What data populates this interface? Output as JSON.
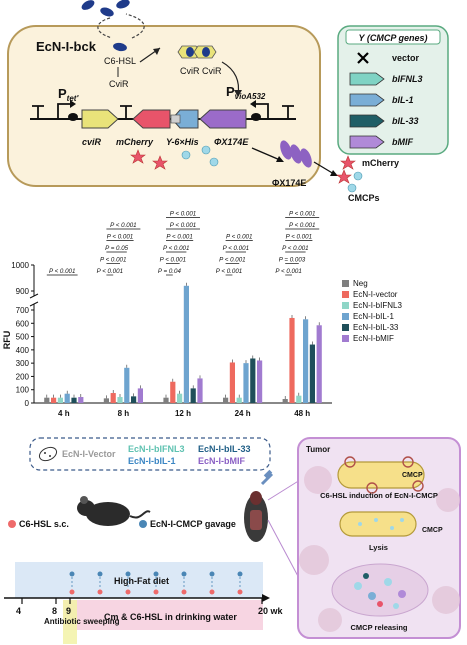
{
  "panelA": {
    "strain_title": "EcN-I-bck",
    "c6hsl": "C6-HSL",
    "cvir": "CviR",
    "cvir_pair": "CviR CviR",
    "ptet_main": "P",
    "ptet_sub": "tet'",
    "pvio_main": "P",
    "pvio_sub": "vioA532",
    "genes": [
      "cviR",
      "mCherry",
      "Y-6×His",
      "ΦX174E"
    ],
    "phage_label": "ΦX174E",
    "mcherry_label": "mCherry",
    "cmcps_label": "CMCPs",
    "ybox": {
      "title": "Y (CMCP genes)",
      "items": [
        "vector",
        "bIFNL3",
        "bIL-1",
        "bIL-33",
        "bMIF"
      ],
      "colors": [
        "#000000",
        "#7fd3c4",
        "#7aaed6",
        "#1f5e66",
        "#b08ad8"
      ]
    }
  },
  "chart_data": {
    "type": "bar",
    "ylabel": "RFU",
    "yticks": [
      0,
      100,
      200,
      300,
      400,
      500,
      600,
      700,
      900,
      1000
    ],
    "categories": [
      "4 h",
      "8 h",
      "12 h",
      "24 h",
      "48 h"
    ],
    "series": [
      {
        "name": "Neg",
        "color": "#7f7f7f",
        "values": [
          40,
          35,
          40,
          40,
          30
        ]
      },
      {
        "name": "EcN-I-vector",
        "color": "#ee6a5f",
        "values": [
          40,
          75,
          160,
          305,
          640
        ]
      },
      {
        "name": "EcN-I-bIFNL3",
        "color": "#8fd6c7",
        "values": [
          40,
          45,
          70,
          40,
          55
        ]
      },
      {
        "name": "EcN-I-bIL-1",
        "color": "#6ea4cf",
        "values": [
          70,
          265,
          920,
          300,
          630
        ]
      },
      {
        "name": "EcN-I-bIL-33",
        "color": "#1f4f5a",
        "values": [
          40,
          50,
          110,
          335,
          440
        ]
      },
      {
        "name": "EcN-I-bMIF",
        "color": "#a17bd0",
        "values": [
          45,
          110,
          185,
          320,
          585
        ]
      }
    ],
    "significance": [
      {
        "group": "4 h",
        "labels": [
          "P < 0.001"
        ]
      },
      {
        "group": "8 h",
        "labels": [
          "P < 0.001",
          "P < 0.001",
          "P = 0.05",
          "P < 0.001",
          "P < 0.001"
        ]
      },
      {
        "group": "12 h",
        "labels": [
          "P = 0.04",
          "P < 0.001",
          "P < 0.001",
          "P < 0.001",
          "P < 0.001",
          "P < 0.001"
        ]
      },
      {
        "group": "24 h",
        "labels": [
          "P < 0.001",
          "P < 0.001",
          "P < 0.001",
          "P < 0.001"
        ]
      },
      {
        "group": "48 h",
        "labels": [
          "P < 0.001",
          "P = 0.003",
          "P < 0.001",
          "P < 0.001",
          "P < 0.001",
          "P < 0.001"
        ]
      }
    ]
  },
  "panelC": {
    "legend_box": [
      "EcN-I-Vector",
      "EcN-I-bIFNL3",
      "EcN-I-bIL-33",
      "EcN-I-bIL-1",
      "EcN-I-bMIF"
    ],
    "legend_colors": [
      "#9a9a9a",
      "#5fc2b1",
      "#3b86c4",
      "#3b86c4",
      "#8a5fc4"
    ],
    "c6hsl_sc": "C6-HSL s.c.",
    "gavage": "EcN-I-CMCP gavage",
    "hfd": "High-Fat diet",
    "drinking": "Cm & C6-HSL in drinking water",
    "antibiotic": "Antibiotic\nsweeping",
    "axis_ticks": [
      "4",
      "8",
      "9",
      "20 wk"
    ],
    "tumor": "Tumor",
    "cmcp": "CMCP",
    "induction": "C6-HSL induction of EcN-I-CMCP",
    "lysis": "Lysis",
    "releasing": "CMCP releasing"
  }
}
